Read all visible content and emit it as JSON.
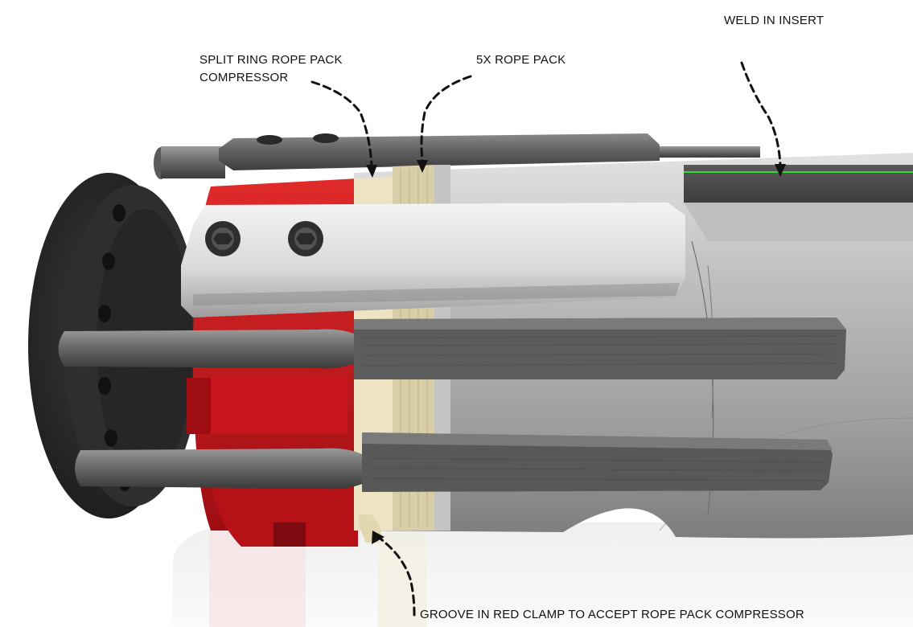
{
  "callouts": {
    "weld_insert": "WELD IN INSERT",
    "split_ring_line1": "SPLIT RING ROPE PACK",
    "split_ring_line2": "COMPRESSOR",
    "rope_pack": "5X ROPE PACK",
    "groove": "GROOVE IN RED CLAMP TO ACCEPT ROPE PACK COMPRESSOR"
  },
  "colors": {
    "clamp_red": "#c8141c",
    "flange_black": "#2b2b2b",
    "pipe_grey": "#a9a9a9",
    "clamp_bar_silver": "#d9d9d9",
    "rope_pack_tan": "#d8cfa8",
    "compressor_ring_cream": "#eee4c4",
    "weld_line_green": "#2fe02f",
    "leader_line": "#111111"
  }
}
